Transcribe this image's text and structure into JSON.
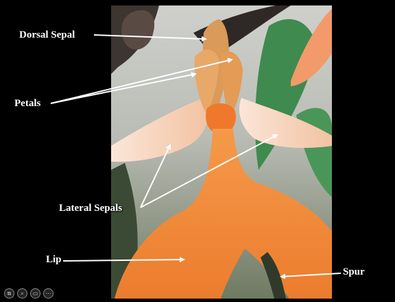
{
  "labels": {
    "dorsal_sepal": "Dorsal Sepal",
    "petals": "Petals",
    "lateral_sepals": "Lateral Sepals",
    "lip": "Lip",
    "spur": "Spur"
  },
  "colors": {
    "background": "#000000",
    "label_text": "#ffffff",
    "arrow": "#ffffff",
    "flower_orange": "#f08a3c",
    "sepal_pale": "#f6d8c4",
    "leaf_green": "#3f8a4e"
  },
  "controls": [
    {
      "name": "slide-thumbnails-icon",
      "glyph": "⧉"
    },
    {
      "name": "zoom-icon",
      "glyph": "⌕"
    },
    {
      "name": "subtitles-icon",
      "glyph": "▭"
    },
    {
      "name": "more-options-icon",
      "glyph": "⋯"
    }
  ]
}
